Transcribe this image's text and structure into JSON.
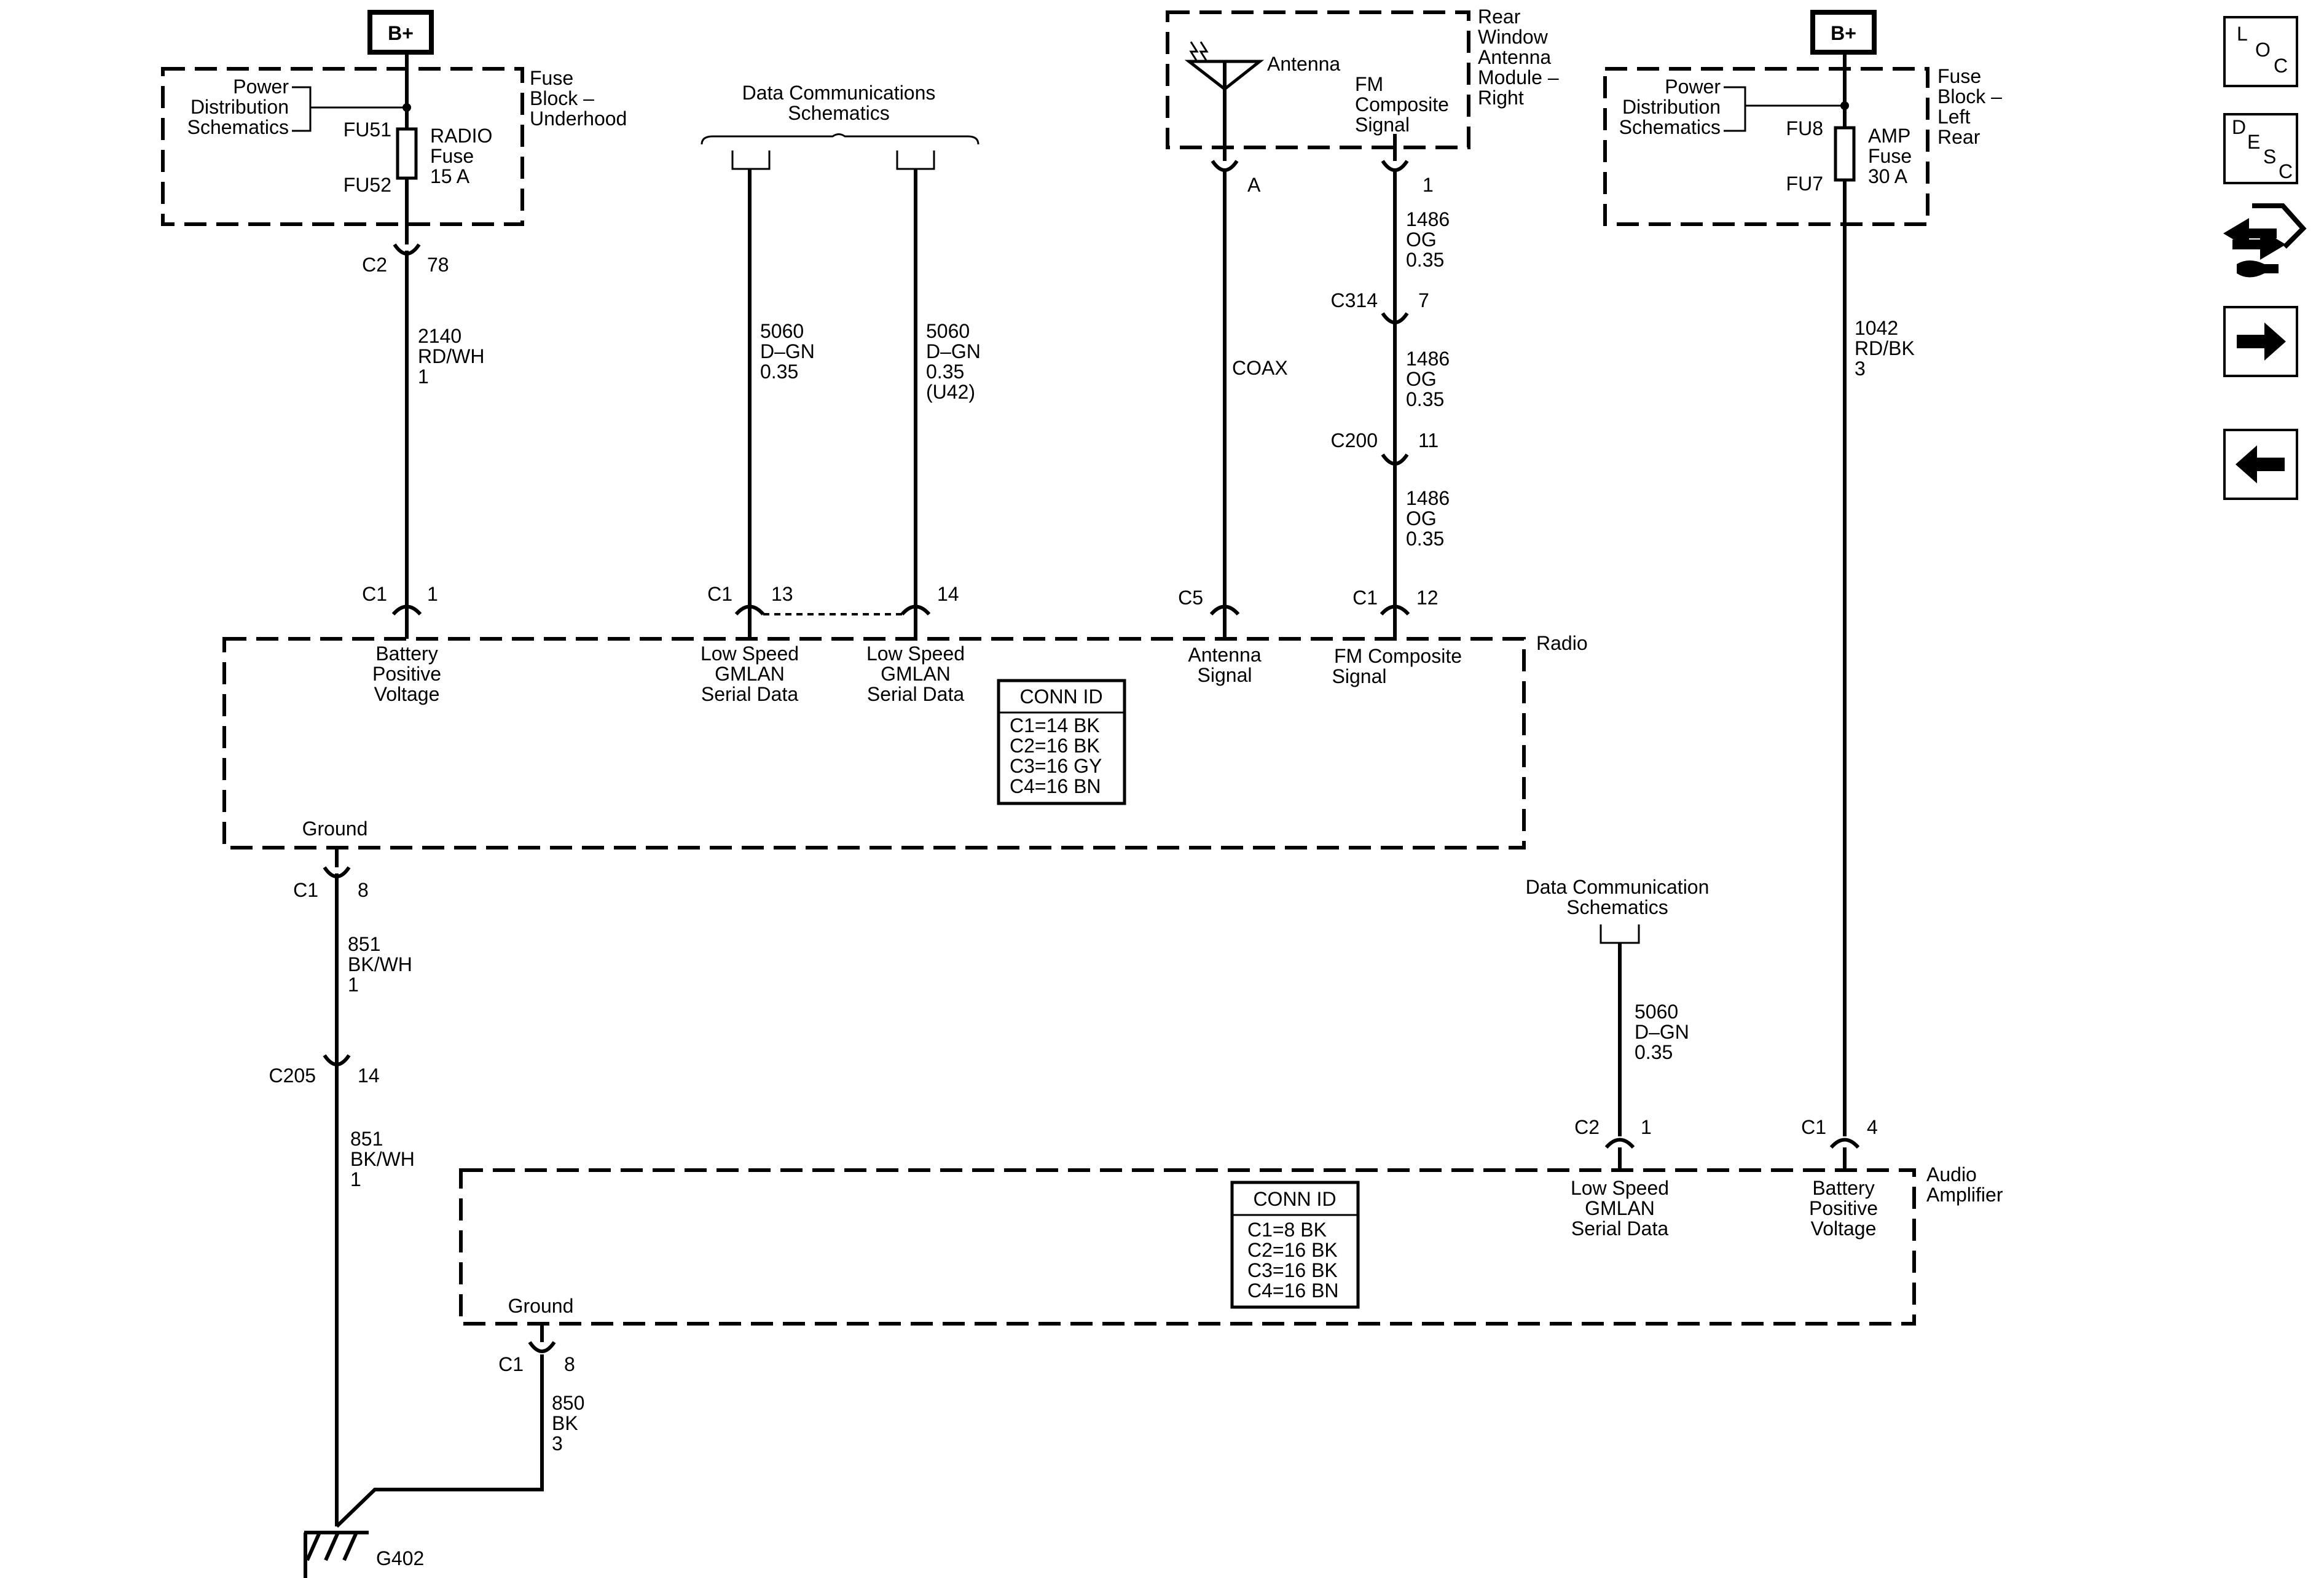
{
  "bplus": "B+",
  "fuse_block_underhood": {
    "power_dist": [
      "Power",
      "Distribution",
      "Schematics"
    ],
    "title": [
      "Fuse",
      "Block –",
      "Underhood"
    ],
    "fuse_in": "FU51",
    "fuse_out": "FU52",
    "fuse_label": [
      "RADIO",
      "Fuse",
      "15 A"
    ]
  },
  "radio_feed": {
    "connector": "C2",
    "pin": "78",
    "wire": [
      "2140",
      "RD/WH",
      "1"
    ]
  },
  "data_comm_top": {
    "title": [
      "Data Communications",
      "Schematics"
    ],
    "wire_a": [
      "5060",
      "D–GN",
      "0.35"
    ],
    "wire_b": [
      "5060",
      "D–GN",
      "0.35",
      "(U42)"
    ]
  },
  "rear_antenna": {
    "title": [
      "Rear",
      "Window",
      "Antenna",
      "Module –",
      "Right"
    ],
    "antenna": "Antenna",
    "fm_signal": [
      "FM",
      "Composite",
      "Signal"
    ],
    "pin_a": "A",
    "pin_1": "1",
    "coax": "COAX",
    "wire_1": [
      "1486",
      "OG",
      "0.35"
    ],
    "c314": "C314",
    "c314_pin": "7",
    "wire_2": [
      "1486",
      "OG",
      "0.35"
    ],
    "c200": "C200",
    "c200_pin": "11",
    "wire_3": [
      "1486",
      "OG",
      "0.35"
    ]
  },
  "fuse_block_rear": {
    "power_dist": [
      "Power",
      "Distribution",
      "Schematics"
    ],
    "title": [
      "Fuse",
      "Block –",
      "Left",
      "Rear"
    ],
    "fuse_in": "FU8",
    "fuse_out": "FU7",
    "fuse_label": [
      "AMP",
      "Fuse",
      "30 A"
    ],
    "wire": [
      "1042",
      "RD/BK",
      "3"
    ]
  },
  "radio": {
    "title": "Radio",
    "pins": [
      {
        "conn": "C1",
        "pin": "1",
        "label": [
          "Battery",
          "Positive",
          "Voltage"
        ]
      },
      {
        "conn": "C1",
        "pin": "13",
        "label": [
          "Low Speed",
          "GMLAN",
          "Serial Data"
        ]
      },
      {
        "conn": "",
        "pin": "14",
        "label": [
          "Low Speed",
          "GMLAN",
          "Serial Data"
        ]
      },
      {
        "conn": "C5",
        "pin": "",
        "label": [
          "Antenna",
          "Signal"
        ]
      },
      {
        "conn": "C1",
        "pin": "12",
        "label": [
          "FM Composite",
          "Signal"
        ]
      }
    ],
    "conn_id": {
      "title": "CONN ID",
      "rows": [
        "C1=14 BK",
        "C2=16 BK",
        "C3=16 GY",
        "C4=16 BN"
      ]
    },
    "ground": "Ground",
    "ground_conn": "C1",
    "ground_pin": "8"
  },
  "ground_path": {
    "wire_1": [
      "851",
      "BK/WH",
      "1"
    ],
    "c205": "C205",
    "c205_pin": "14",
    "wire_2": [
      "851",
      "BK/WH",
      "1"
    ],
    "wire_3": [
      "850",
      "BK",
      "3"
    ],
    "g402": "G402"
  },
  "data_comm_bottom": {
    "title": [
      "Data Communication",
      "Schematics"
    ],
    "wire": [
      "5060",
      "D–GN",
      "0.35"
    ]
  },
  "audio_amp": {
    "title": [
      "Audio",
      "Amplifier"
    ],
    "pins": [
      {
        "conn": "C2",
        "pin": "1",
        "label": [
          "Low Speed",
          "GMLAN",
          "Serial Data"
        ]
      },
      {
        "conn": "C1",
        "pin": "4",
        "label": [
          "Battery",
          "Positive",
          "Voltage"
        ]
      }
    ],
    "conn_id": {
      "title": "CONN ID",
      "rows": [
        "C1=8 BK",
        "C2=16 BK",
        "C3=16 BK",
        "C4=16 BN"
      ]
    },
    "ground": "Ground",
    "ground_conn": "C1",
    "ground_pin": "8"
  },
  "nav": {
    "loc": [
      "L",
      "O",
      "C"
    ],
    "desc": [
      "D",
      "E",
      "S",
      "C"
    ],
    "icons": [
      "swap-arrows-connector-icon",
      "arrow-right-icon",
      "arrow-left-icon"
    ]
  }
}
